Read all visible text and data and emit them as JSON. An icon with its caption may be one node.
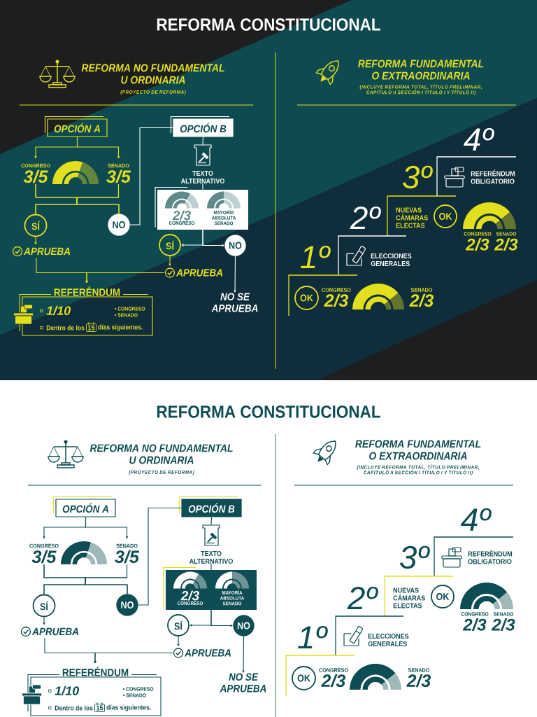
{
  "diagram": {
    "nodes": [
      {
        "text": [
          "OPCIÓN A"
        ]
      },
      {
        "text": [
          "OPCIÓN B"
        ]
      },
      {
        "text": [
          "CONGRESO",
          "3/5"
        ]
      },
      {
        "text": [
          "SENADO",
          "3/5"
        ]
      },
      {
        "text": [
          "TEXTO ALTERNATIVO"
        ]
      },
      {
        "text": [
          "SÍ"
        ]
      },
      {
        "text": [
          "NO"
        ]
      },
      {
        "text": [
          "2/3",
          "CONGRESO",
          "MAYORÍA ABSOLUTA SENADO"
        ]
      },
      {
        "text": [
          "SÍ"
        ]
      },
      {
        "text": [
          "NO"
        ]
      },
      {
        "text": [
          "APRUEBA"
        ]
      },
      {
        "text": [
          "APRUEBA"
        ]
      },
      {
        "text": [
          "REFERÉNDUM",
          "1/10",
          "CONGRESO",
          "SENADO",
          "Dentro de los",
          "15",
          "días siguientes."
        ]
      },
      {
        "text": [
          "NO SE APRUEBA"
        ]
      },
      {
        "text": [
          "OK"
        ]
      },
      {
        "text": [
          "OK"
        ]
      },
      {
        "text": [
          "OPCIÓN A"
        ]
      },
      {
        "text": [
          "OPCIÓN B"
        ]
      },
      {
        "text": [
          "CONGRESO",
          "3/5"
        ]
      },
      {
        "text": [
          "SENADO",
          "3/5"
        ]
      },
      {
        "text": [
          "TEXTO ALTERNATIVO"
        ]
      },
      {
        "text": [
          "SÍ"
        ]
      },
      {
        "text": [
          "NO"
        ]
      },
      {
        "text": [
          "2/3",
          "CONGRESO",
          "MAYORÍA ABSOLUTA SENADO"
        ]
      },
      {
        "text": [
          "SÍ"
        ]
      },
      {
        "text": [
          "NO"
        ]
      },
      {
        "text": [
          "APRUEBA"
        ]
      },
      {
        "text": [
          "APRUEBA"
        ]
      },
      {
        "text": [
          "REFERÉNDUM",
          "1/10",
          "CONGRESO",
          "SENADO",
          "Dentro de los",
          "15",
          "días siguientes."
        ]
      },
      {
        "text": [
          "NO SE APRUEBA"
        ]
      },
      {
        "text": [
          "OK"
        ]
      },
      {
        "text": [
          "OK"
        ]
      }
    ],
    "edges": [
      {
        "from": 0,
        "to": 2,
        "arrow": "to",
        "color": "#e2df1e"
      },
      {
        "from": 0,
        "to": 3,
        "arrow": "to",
        "color": "#e2df1e"
      },
      {
        "from": 2,
        "to": 6,
        "arrow": "none",
        "color": "#e2df1e"
      },
      {
        "from": 3,
        "to": 6,
        "arrow": "none",
        "color": "#e2df1e"
      },
      {
        "from": 2,
        "to": 5,
        "arrow": "none",
        "color": "#e2df1e"
      },
      {
        "from": 3,
        "to": 5,
        "arrow": "none",
        "color": "#e2df1e"
      },
      {
        "from": 6,
        "to": 1,
        "arrow": "none",
        "color": "#ffffff"
      },
      {
        "from": 1,
        "to": 4,
        "arrow": "none",
        "color": "#ffffff"
      },
      {
        "from": 4,
        "to": 7,
        "arrow": "none",
        "color": "#ffffff"
      },
      {
        "from": 7,
        "to": 8,
        "arrow": "to",
        "color": "#ffffff"
      },
      {
        "from": 7,
        "to": 9,
        "arrow": "to",
        "color": "#ffffff"
      },
      {
        "from": 5,
        "to": 10,
        "arrow": "to",
        "color": "#e2df1e"
      },
      {
        "from": 8,
        "to": 11,
        "arrow": "to",
        "color": "#e2df1e"
      },
      {
        "from": 10,
        "to": 12,
        "arrow": "to",
        "color": "#e2df1e"
      },
      {
        "from": 11,
        "to": 12,
        "arrow": "to",
        "color": "#e2df1e"
      },
      {
        "from": 9,
        "to": 13,
        "arrow": "to",
        "color": "#ffffff"
      },
      {
        "from": 16,
        "to": 18,
        "arrow": "to"
      },
      {
        "from": 16,
        "to": 19,
        "arrow": "to"
      },
      {
        "from": 18,
        "to": 22,
        "arrow": "none"
      },
      {
        "from": 19,
        "to": 22,
        "arrow": "none"
      },
      {
        "from": 18,
        "to": 21,
        "arrow": "none"
      },
      {
        "from": 19,
        "to": 21,
        "arrow": "none"
      },
      {
        "from": 22,
        "to": 17,
        "arrow": "none"
      },
      {
        "from": 17,
        "to": 20,
        "arrow": "none"
      },
      {
        "from": 20,
        "to": 23,
        "arrow": "none"
      },
      {
        "from": 23,
        "to": 24,
        "arrow": "to"
      },
      {
        "from": 23,
        "to": 25,
        "arrow": "to"
      },
      {
        "from": 21,
        "to": 26,
        "arrow": "to"
      },
      {
        "from": 24,
        "to": 27,
        "arrow": "to"
      },
      {
        "from": 26,
        "to": 28,
        "arrow": "to"
      },
      {
        "from": 27,
        "to": 28,
        "arrow": "to"
      },
      {
        "from": 25,
        "to": 29,
        "arrow": "to"
      }
    ],
    "labels": [
      "REFORMA CONSTITUCIONAL",
      "REFORMA NO FUNDAMENTAL U ORDINARIA",
      "(PROYECTO DE REFORMA)",
      "REFORMA FUNDAMENTAL O EXTRAORDINARIA",
      "(INCLUYE REFORMA TOTAL, TÍTULO PRELIMINAR, CAPÍTULO II SECCIÓN I TÍTULO I Y TÍTULO II)",
      "4º",
      "3º",
      "REFERÉNDUM OBLIGATORIO",
      "2º",
      "NUEVAS CÁMARAS ELECTAS",
      "CONGRESO",
      "SENADO",
      "2/3",
      "2/3",
      "1º",
      "ELECCIONES GENERALES",
      "CONGRESO",
      "SENADO",
      "2/3",
      "2/3",
      "REFORMA CONSTITUCIONAL",
      "REFORMA NO FUNDAMENTAL U ORDINARIA",
      "(PROYECTO DE REFORMA)",
      "REFORMA FUNDAMENTAL O EXTRAORDINARIA",
      "(INCLUYE REFORMA TOTAL, TÍTULO PRELIMINAR, CAPÍTULO II SECCIÓN I TÍTULO I Y TÍTULO II)",
      "4º",
      "3º",
      "REFERÉNDUM OBLIGATORIO",
      "2º",
      "NUEVAS CÁMARAS ELECTAS",
      "CONGRESO",
      "SENADO",
      "2/3",
      "2/3",
      "1º",
      "ELECCIONES GENERALES",
      "CONGRESO",
      "SENADO",
      "2/3",
      "2/3"
    ]
  }
}
